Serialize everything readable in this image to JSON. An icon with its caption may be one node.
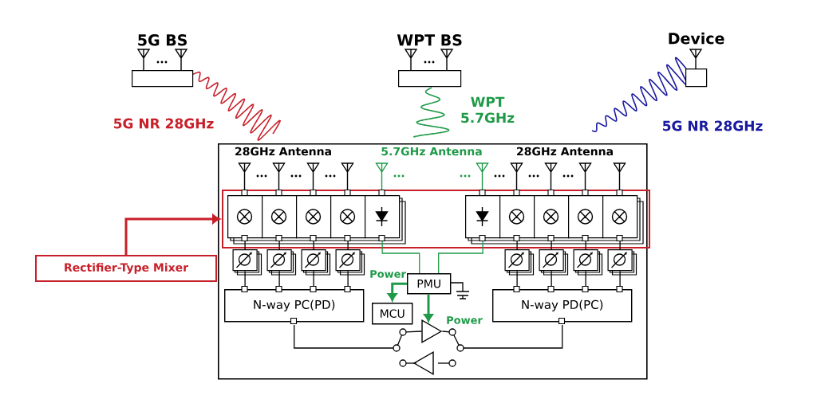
{
  "diagram": {
    "nodes": [
      {
        "text": [
          "5G BS"
        ]
      },
      {
        "text": [
          "WPT BS"
        ]
      },
      {
        "text": [
          "Device"
        ]
      },
      {
        "text": [
          "Rectifier-Type Mixer"
        ]
      },
      {
        "text": [],
        "shape": "box"
      },
      {
        "text": [],
        "shape": "box",
        "in": 4
      },
      {
        "text": [
          "PMU"
        ],
        "in": 4
      },
      {
        "text": [
          "MCU"
        ],
        "in": 4
      },
      {
        "text": [
          "N-way PC(PD)"
        ],
        "in": 4
      },
      {
        "text": [
          "N-way PD(PC)"
        ],
        "in": 4
      },
      {
        "text": [],
        "shape": "box",
        "in": 5
      },
      {
        "text": [],
        "shape": "box",
        "in": 5
      },
      {
        "text": [],
        "shape": "box",
        "in": 5
      },
      {
        "text": [],
        "shape": "box",
        "in": 5
      },
      {
        "text": [],
        "shape": "box",
        "in": 5
      },
      {
        "text": [],
        "shape": "box",
        "in": 5
      },
      {
        "text": [],
        "shape": "box",
        "in": 5
      },
      {
        "text": [],
        "shape": "box",
        "in": 5
      },
      {
        "text": [],
        "shape": "box",
        "in": 5
      },
      {
        "text": [],
        "shape": "box",
        "in": 5
      },
      {
        "text": [],
        "shape": "box",
        "in": 4
      },
      {
        "text": [],
        "shape": "box",
        "in": 4
      },
      {
        "text": [],
        "shape": "box",
        "in": 4
      },
      {
        "text": [],
        "shape": "box",
        "in": 4
      },
      {
        "text": [],
        "shape": "box",
        "in": 4
      },
      {
        "text": [],
        "shape": "box",
        "in": 4
      },
      {
        "text": [],
        "shape": "box",
        "in": 4
      },
      {
        "text": [],
        "shape": "box",
        "in": 4
      },
      {
        "text": [],
        "shape": "triangle",
        "in": 4
      },
      {
        "text": [],
        "shape": "triangle",
        "in": 4
      }
    ],
    "edges": [
      {
        "from": 10,
        "to": 20,
        "arrow": "none"
      },
      {
        "from": 11,
        "to": 21,
        "arrow": "none"
      },
      {
        "from": 12,
        "to": 22,
        "arrow": "none"
      },
      {
        "from": 13,
        "to": 23,
        "arrow": "none"
      },
      {
        "from": 16,
        "to": 24,
        "arrow": "none"
      },
      {
        "from": 17,
        "to": 25,
        "arrow": "none"
      },
      {
        "from": 18,
        "to": 26,
        "arrow": "none"
      },
      {
        "from": 19,
        "to": 27,
        "arrow": "none"
      },
      {
        "from": 20,
        "to": 8,
        "arrow": "none"
      },
      {
        "from": 21,
        "to": 8,
        "arrow": "none"
      },
      {
        "from": 22,
        "to": 8,
        "arrow": "none"
      },
      {
        "from": 23,
        "to": 8,
        "arrow": "none"
      },
      {
        "from": 24,
        "to": 9,
        "arrow": "none"
      },
      {
        "from": 25,
        "to": 9,
        "arrow": "none"
      },
      {
        "from": 26,
        "to": 9,
        "arrow": "none"
      },
      {
        "from": 27,
        "to": 9,
        "arrow": "none"
      },
      {
        "from": 14,
        "to": 6,
        "arrow": "none",
        "color": "#1f9a48"
      },
      {
        "from": 15,
        "to": 6,
        "arrow": "none",
        "color": "#1f9a48"
      },
      {
        "from": 6,
        "to": 7,
        "arrow": "to",
        "label": "Power",
        "style": "thick",
        "color": "#1f9a48"
      },
      {
        "from": 6,
        "to": 28,
        "arrow": "to",
        "label": "Power",
        "style": "thick",
        "color": "#1f9a48"
      },
      {
        "from": 8,
        "to": 28,
        "arrow": "none"
      },
      {
        "from": 28,
        "to": 9,
        "arrow": "none"
      },
      {
        "from": 3,
        "to": 5,
        "arrow": "to",
        "style": "thick",
        "color": "#c8202a"
      }
    ],
    "labels": [
      "5G NR 28GHz",
      "WPT 5.7GHz",
      "5G NR 28GHz",
      "28GHz Antenna",
      "5.7GHz Antenna",
      "28GHz Antenna"
    ]
  }
}
